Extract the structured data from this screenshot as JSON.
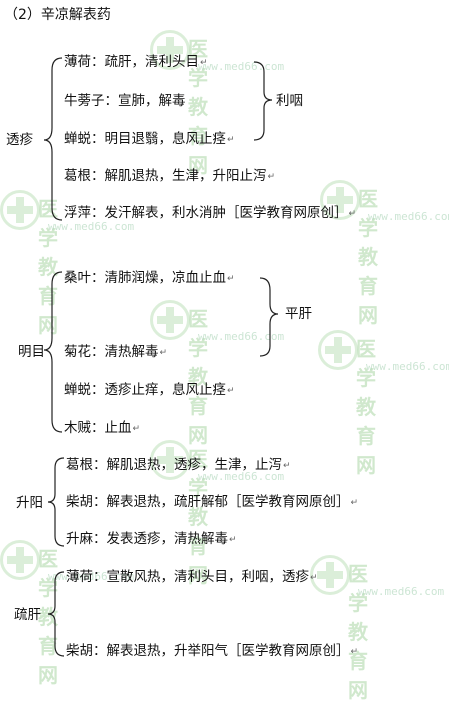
{
  "heading": "（2）辛凉解表药",
  "sections": [
    {
      "label": "透疹",
      "items": [
        {
          "text": "薄荷：疏肝，清利头目"
        },
        {
          "text": "牛蒡子：宣肺，解毒"
        },
        {
          "text": "蝉蜕：明目退翳，息风止痉"
        },
        {
          "text": "葛根：解肌退热，生津，升阳止泻"
        },
        {
          "text": "浮萍：发汗解表，利水消肿［医学教育网原创］"
        }
      ],
      "group_label": "利咽"
    },
    {
      "label": "明目",
      "items": [
        {
          "text": "桑叶：清肺润燥，凉血止血"
        },
        {
          "text": "菊花：清热解毒"
        },
        {
          "text": "蝉蜕：透疹止痒，息风止痉"
        },
        {
          "text": "木贼：止血"
        }
      ],
      "group_label": "平肝"
    },
    {
      "label": "升阳",
      "items": [
        {
          "text": "葛根：解肌退热，透疹，生津，止泻"
        },
        {
          "text": "柴胡：解表退热，疏肝解郁［医学教育网原创］"
        },
        {
          "text": "升麻：发表透疹，清热解毒"
        }
      ]
    },
    {
      "label": "疏肝",
      "items": [
        {
          "text": "薄荷：宣散风热，清利头目，利咽，透疹"
        },
        {
          "text": "柴胡：解表退热，升举阳气［医学教育网原创］"
        }
      ]
    }
  ],
  "watermark": {
    "text": "医学教育网",
    "url": "www.med66.com"
  },
  "colors": {
    "watermark": "#7bbf72",
    "text": "#111111",
    "return_mark": "#666666"
  }
}
